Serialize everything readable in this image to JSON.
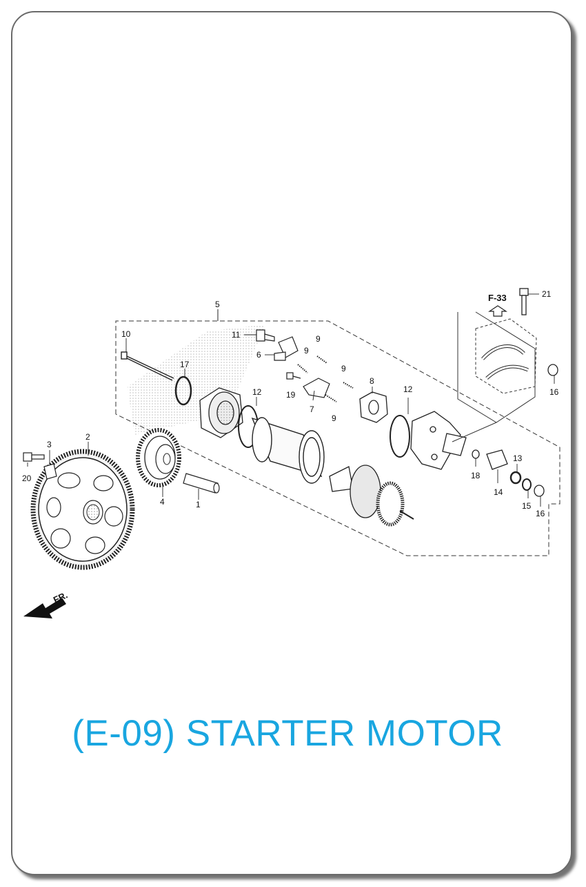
{
  "title": "(E-09) STARTER MOTOR",
  "ref_page": "F-33",
  "front_marker": "FR.",
  "callouts": [
    "1",
    "2",
    "3",
    "4",
    "5",
    "6",
    "7",
    "8",
    "9",
    "9",
    "9",
    "9",
    "10",
    "11",
    "12",
    "12",
    "13",
    "14",
    "15",
    "16",
    "16",
    "17",
    "18",
    "19",
    "20",
    "21"
  ],
  "colors": {
    "title": "#19a6e0",
    "frame": "#6a6a6a",
    "lines": "#222222"
  }
}
